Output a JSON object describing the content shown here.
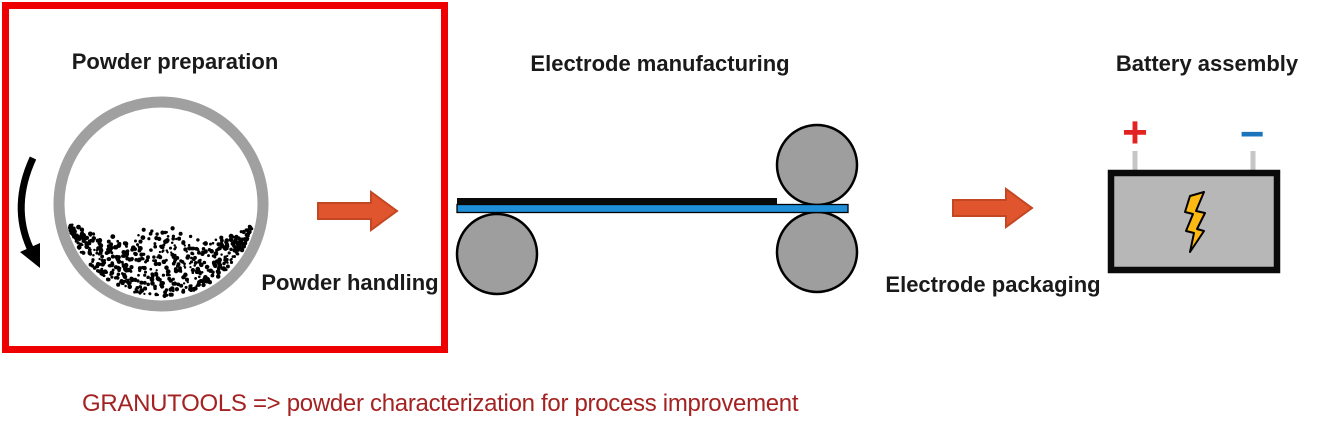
{
  "stages": [
    {
      "title": "Powder preparation"
    },
    {
      "title": "Electrode manufacturing"
    },
    {
      "title": "Battery assembly"
    }
  ],
  "arrows": [
    {
      "label": "Powder handling"
    },
    {
      "label": "Electrode packaging"
    }
  ],
  "battery": {
    "plus_terminal": "+",
    "minus_terminal": "−"
  },
  "caption": "GRANUTOOLS => powder characterization for process improvement",
  "palette": {
    "highlight_box_red": "#ee0000",
    "flow_arrow_orange": "#e0552d",
    "flow_arrow_border": "#c24722",
    "drum_gray": "#a0a0a0",
    "roller_gray": "#9e9e9e",
    "sheet_blue": "#1f8fd9",
    "sheet_black": "#0a0a0a",
    "battery_fill": "#b7b7b7",
    "battery_border": "#0a0a0a",
    "terminal_gray": "#c6c6c6",
    "plus_red": "#e32222",
    "minus_blue": "#1b75bc",
    "bolt_yellow": "#fdb913",
    "caption_dark_red": "#a42222",
    "particle_black": "#000000"
  }
}
